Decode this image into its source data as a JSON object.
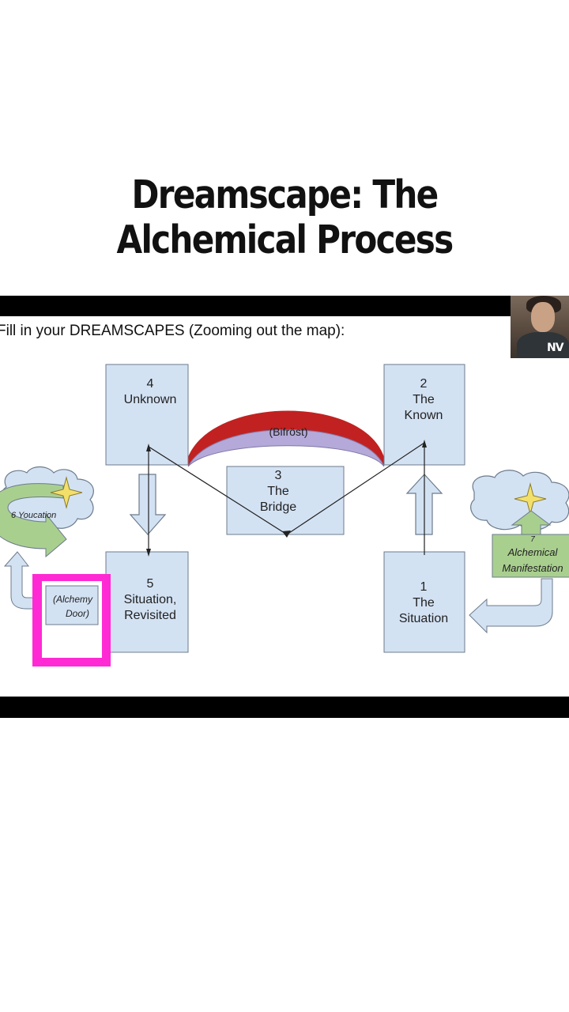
{
  "title": {
    "line1": "Dreamscape: The",
    "line2": "Alchemical Process"
  },
  "instruction": "Fill in your DREAMSCAPES (Zooming out the map):",
  "nodes": {
    "unknown": {
      "num": "4",
      "label": "Unknown"
    },
    "known": {
      "num": "2",
      "label1": "The",
      "label2": "Known"
    },
    "bridge": {
      "num": "3",
      "label1": "The",
      "label2": "Bridge"
    },
    "revisited": {
      "num": "5",
      "label1": "Situation,",
      "label2": "Revisited"
    },
    "situation": {
      "num": "1",
      "label1": "The",
      "label2": "Situation"
    }
  },
  "bifrost": "(Bifröst)",
  "youcation": "6 Youcation",
  "alchemy_door": {
    "line1": "(Alchemy",
    "line2": "Door)"
  },
  "manifestation": {
    "num": "7",
    "line1": "Alchemical",
    "line2": "Manifestation"
  },
  "webcam_logo": "NV",
  "colors": {
    "box_fill": "#d3e2f3",
    "box_stroke": "#6c7b8c",
    "door": "#ff2ad4",
    "rainbow_outer": "#cc2222",
    "rainbow_inner": "#b7acd9",
    "green": "#a9cf8f"
  },
  "icons": [
    "star-icon",
    "cloud-icon",
    "arrow-icon"
  ]
}
